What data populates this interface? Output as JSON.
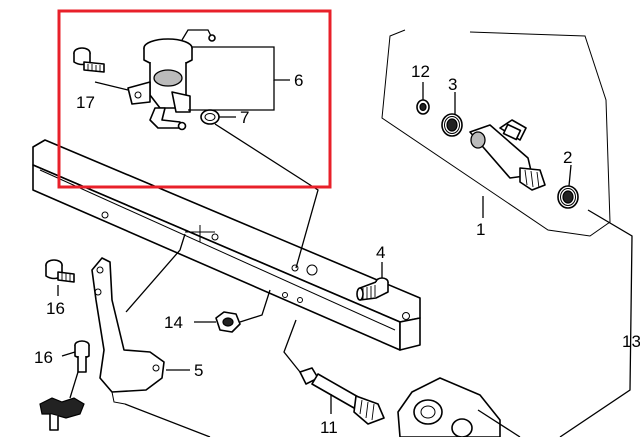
{
  "highlight_color": "#e8202a",
  "callouts": [
    {
      "id": "c1",
      "text": "1"
    },
    {
      "id": "c2",
      "text": "2"
    },
    {
      "id": "c3",
      "text": "3"
    },
    {
      "id": "c4",
      "text": "4"
    },
    {
      "id": "c5",
      "text": "5"
    },
    {
      "id": "c6",
      "text": "6"
    },
    {
      "id": "c7",
      "text": "7"
    },
    {
      "id": "c11",
      "text": "11"
    },
    {
      "id": "c12",
      "text": "12"
    },
    {
      "id": "c13",
      "text": "13"
    },
    {
      "id": "c14",
      "text": "14"
    },
    {
      "id": "c16a",
      "text": "16"
    },
    {
      "id": "c16b",
      "text": "16"
    },
    {
      "id": "c17",
      "text": "17"
    }
  ]
}
